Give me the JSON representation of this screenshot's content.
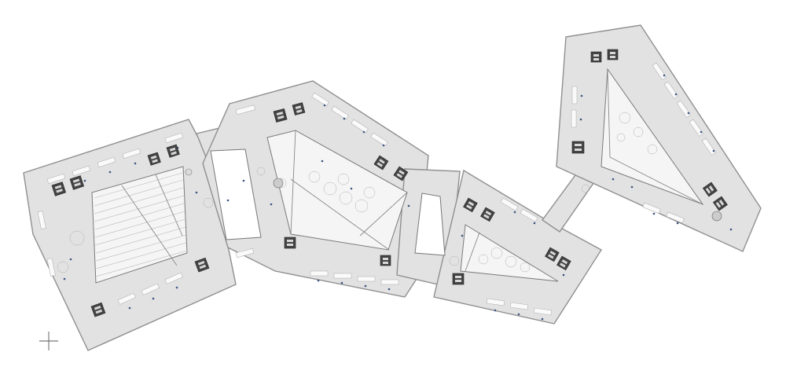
{
  "image": {
    "kind": "architectural floor plan",
    "palette": {
      "slab": "#e2e2e2",
      "outline": "#8f8f8f",
      "atrium": "#f5f5f5",
      "core": "#444444",
      "furniture_accent": "#3a5580"
    },
    "wings": [
      "west-wing",
      "center-west-wing",
      "center-east-wing",
      "north-east-wing"
    ],
    "icons": [
      "north-marker-cross-icon",
      "stair-core-icon"
    ]
  }
}
